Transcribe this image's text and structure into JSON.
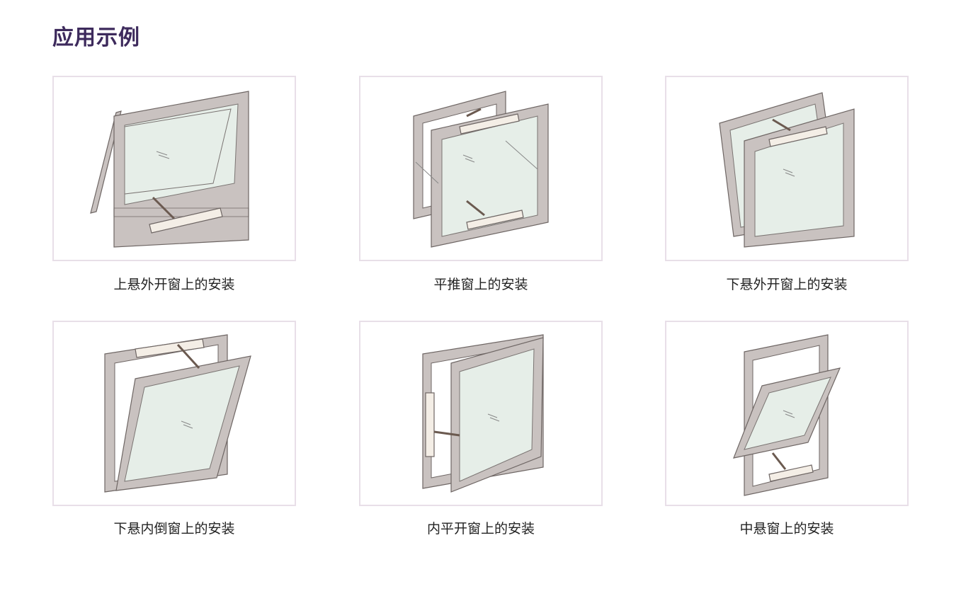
{
  "title": "应用示例",
  "examples": [
    {
      "caption": "上悬外开窗上的安装",
      "icon": "top-hung-outward-window-illustration"
    },
    {
      "caption": "平推窗上的安装",
      "icon": "parallel-push-window-illustration"
    },
    {
      "caption": "下悬外开窗上的安装",
      "icon": "bottom-hung-outward-window-illustration"
    },
    {
      "caption": "下悬内倒窗上的安装",
      "icon": "bottom-hung-inward-window-illustration"
    },
    {
      "caption": "内平开窗上的安装",
      "icon": "inward-casement-window-illustration"
    },
    {
      "caption": "中悬窗上的安装",
      "icon": "center-pivot-window-illustration"
    }
  ],
  "colors": {
    "title": "#3d2a5c",
    "border": "#e8dfe8",
    "frame": "#c9c2c0",
    "glass": "#e6eee8"
  }
}
